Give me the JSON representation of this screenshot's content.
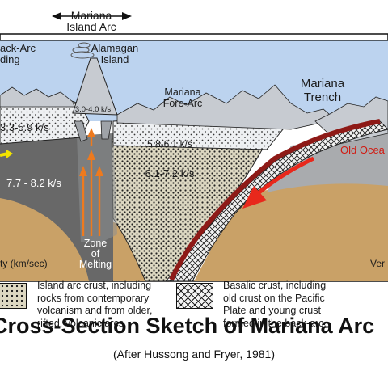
{
  "diagram": {
    "labels": {
      "arc_name_line1": "Mariana",
      "arc_name_line2": "Island Arc",
      "back_arc_line1": "ack-Arc",
      "back_arc_line2": "ding",
      "volcano_line1": "Alamagan",
      "volcano_line2": "Island",
      "fore_arc_line1": "Mariana",
      "fore_arc_line2": "Fore-Arc",
      "trench_line1": "Mariana",
      "trench_line2": "Trench",
      "old_ocean": "Old Ocea",
      "zone_line1": "Zone",
      "zone_line2": "of",
      "zone_line3": "Melting",
      "axis_left": "ty (km/sec)",
      "axis_right": "Ver"
    },
    "velocities": {
      "v_3_0_4_0": "3.0-4.0 k/s",
      "v_3_3_5_9": "3.3-5.9 k/s",
      "v_5_8_6_1": "5.8-6.1 k/s",
      "v_6_1_7_2": "6.1-7.2 k/s",
      "v_7_7_8_2": "7.7 - 8.2 k/s"
    },
    "colors": {
      "water": "#bcd3ef",
      "sky": "#ffffff",
      "crust_grey": "#a9abae",
      "mantle_dark": "#686868",
      "asthenosphere": "#c9a167",
      "slab_red": "#8e1a17",
      "arrow_red": "#e8281c",
      "melt_orange": "#ee7a1e"
    }
  },
  "legend": {
    "island_arc": "Island arc crust, including\nrocks from contemporary\nvolcanism and from older,\nrifted, volcanic arcs.",
    "basaltic": "Basalic crust, including\nold crust on the Pacific\nPlate and young crust\nformed in the back-arc."
  },
  "title": "Cross-Section Sketch of Mariana Arc",
  "subtitle": "(After Hussong and Fryer, 1981)"
}
